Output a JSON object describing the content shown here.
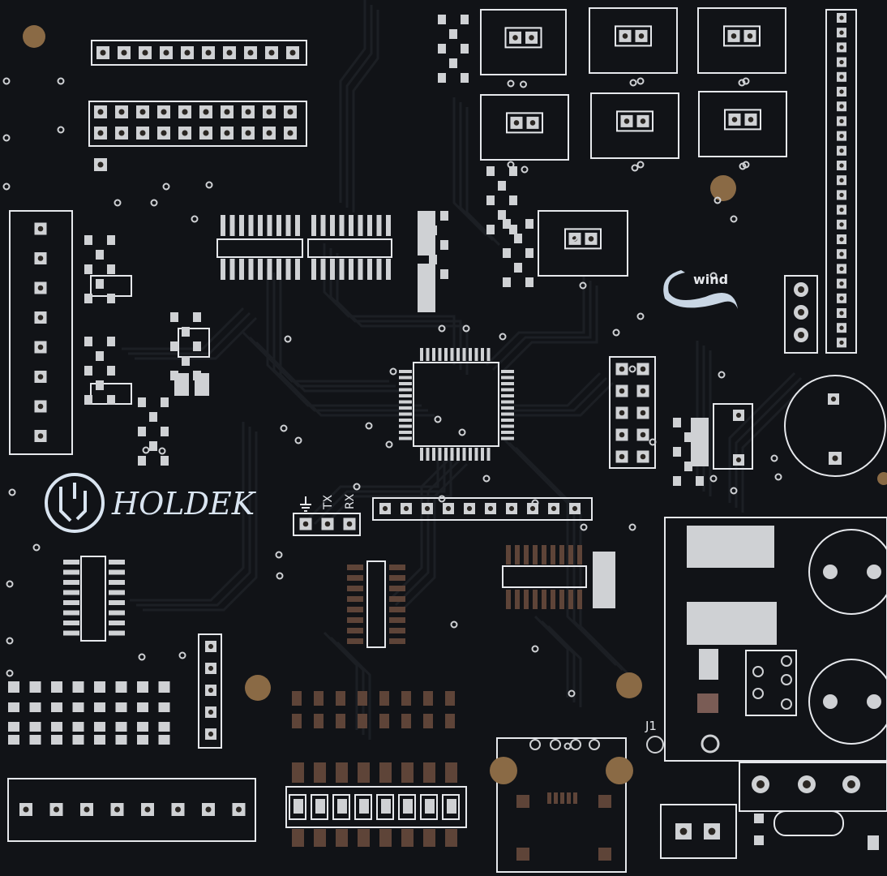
{
  "board": {
    "brand_logo": "HOLDEK",
    "wind_logo": "wind",
    "serial_labels": [
      "TX",
      "RX"
    ],
    "connector_label": "J1"
  },
  "colors": {
    "substrate": "#111317",
    "silkscreen": "#e6e8ec",
    "pad": "#cfd1d4",
    "copper_pad": "#5e4438",
    "mounting_hole": "#8a6a45",
    "trace": "#1c1f24"
  }
}
